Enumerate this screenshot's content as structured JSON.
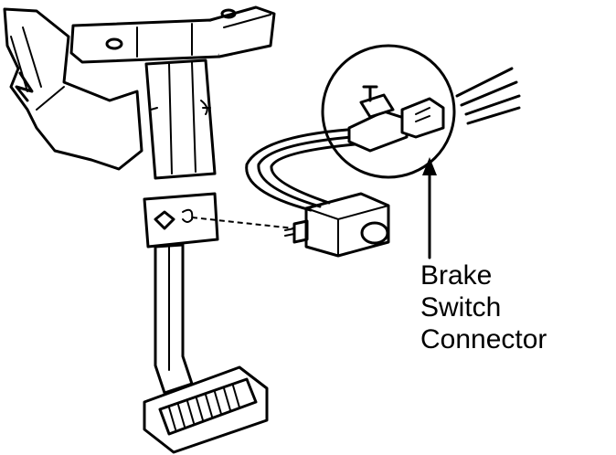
{
  "callout": {
    "lines": [
      "Brake",
      "Switch",
      "Connector"
    ]
  },
  "colors": {
    "ink": "#000000",
    "paper": "#ffffff"
  }
}
